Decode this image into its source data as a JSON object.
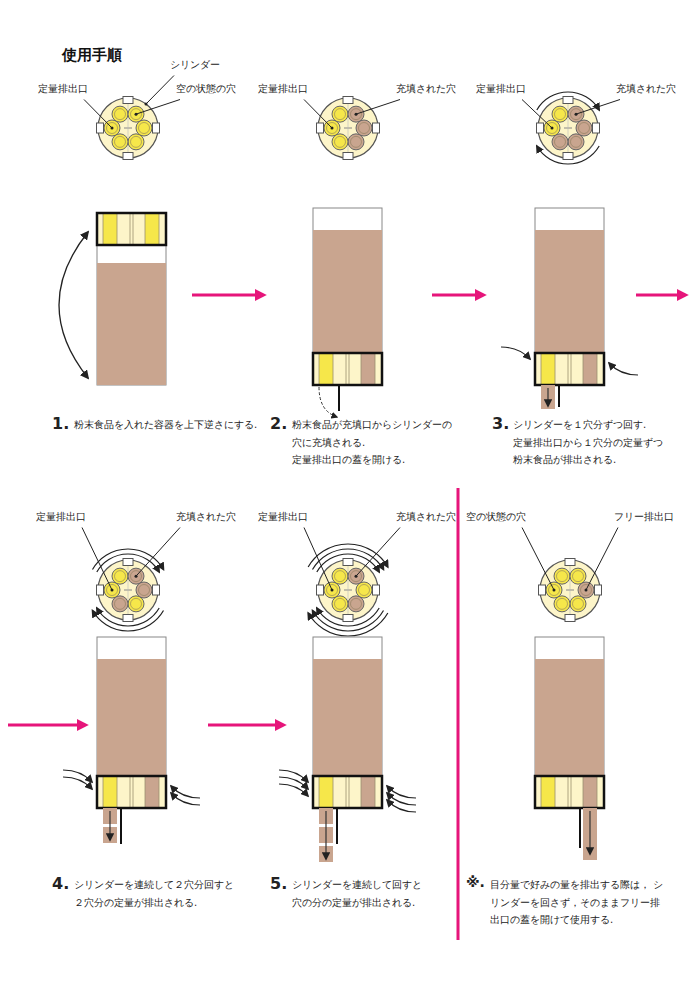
{
  "diagram": {
    "title": "使用手順",
    "labels": [
      "シリンダー",
      "定量排出口",
      "空の状態の穴",
      "1.",
      "粉末食品を入れた容器を上下逆さにする.",
      "定量排出口",
      "充填された穴",
      "2.",
      "粉末食品が充填口からシリンダーの 穴に充填される. 定量排出口の蓋を開ける.",
      "定量排出口",
      "充填された穴",
      "3.",
      "シリンダーを１穴分ずつ回す. 定量排出口から１穴分の定量ずつ 粉末食品が排出される.",
      "定量排出口",
      "充填された穴",
      "4.",
      "シリンダーを連続して２穴分回すと ２穴分の定量が排出される.",
      "定量排出口",
      "充填された穴",
      "5.",
      "シリンダーを連続して回すと 穴の分の定量が排出される.",
      "空の状態の穴",
      "フリー排出口",
      "※.",
      "目分量で好みの量を排出する際は， シリンダーを回さず，そのままフリー排出口の蓋を開けて使用する."
    ]
  }
}
